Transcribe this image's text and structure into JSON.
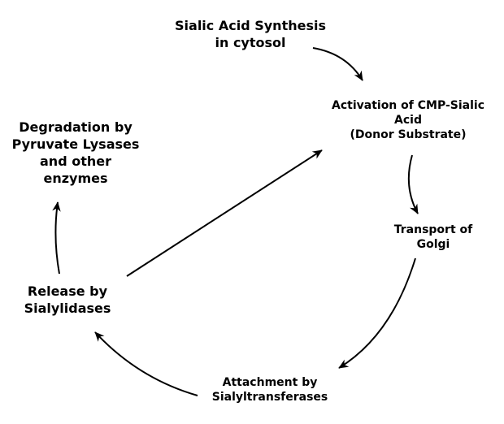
{
  "diagram": {
    "type": "cycle-flowchart",
    "topic": "Sialic acid metabolism cycle",
    "colors": {
      "background": "#ffffff",
      "text": "#000000",
      "arrow": "#000000"
    },
    "nodes": {
      "sialic_synthesis": {
        "lines": [
          "Sialic Acid Synthesis",
          "in cytosol"
        ]
      },
      "activation": {
        "lines": [
          "Activation of CMP-Sialic",
          "Acid",
          "(Donor Substrate)"
        ]
      },
      "transport": {
        "lines": [
          "Transport of",
          "Golgi"
        ]
      },
      "attachment": {
        "lines": [
          "Attachment by",
          "Sialyltransferases"
        ]
      },
      "release": {
        "lines": [
          "Release by",
          "Sialylidases"
        ]
      },
      "degradation": {
        "lines": [
          "Degradation by",
          "Pyruvate Lysases",
          "and other",
          "enzymes"
        ]
      }
    },
    "edges": [
      {
        "from": "sialic_synthesis",
        "to": "activation"
      },
      {
        "from": "activation",
        "to": "transport"
      },
      {
        "from": "transport",
        "to": "attachment"
      },
      {
        "from": "attachment",
        "to": "release"
      },
      {
        "from": "release",
        "to": "degradation"
      },
      {
        "from": "release",
        "to": "activation"
      }
    ]
  }
}
